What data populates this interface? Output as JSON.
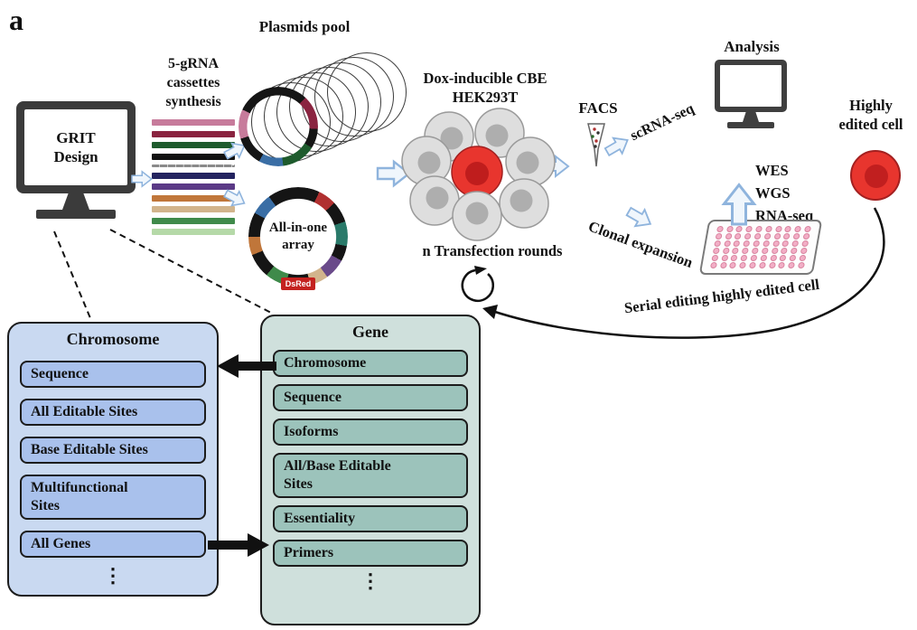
{
  "panel": {
    "label": "a"
  },
  "grit": {
    "label": "GRIT\nDesign"
  },
  "cassettes": {
    "label": "5-gRNA\ncassettes\nsynthesis",
    "bar_colors": [
      "#c77b9b",
      "#8a2440",
      "#1e5b2d",
      "#111111",
      "dashed",
      "#23235f",
      "#5b3a86",
      "#c0763a",
      "#d2b48c",
      "#3f8a4a",
      "#b5d9a8"
    ]
  },
  "plasmids": {
    "label": "Plasmids pool",
    "count": 8
  },
  "array": {
    "label": "All-in-one\narray",
    "tag": "DsRed"
  },
  "cells": {
    "label": "Dox-inducible CBE\nHEK293T"
  },
  "transfection": {
    "label": "n Transfection rounds"
  },
  "facs": {
    "label": "FACS"
  },
  "scrna": {
    "label": "scRNA-seq"
  },
  "analysis": {
    "label": "Analysis"
  },
  "clonal": {
    "label": "Clonal expansion"
  },
  "seq": {
    "lines": [
      "WES",
      "WGS",
      "RNA-seq"
    ]
  },
  "edited_cell": {
    "label": "Highly\nedited cell"
  },
  "serial": {
    "label": "Serial editing highly edited cell"
  },
  "plate": {
    "rows": 6,
    "cols": 10,
    "well_color": "#f2aec6",
    "well_border": "#d9849f"
  },
  "chromosome_box": {
    "title": "Chromosome",
    "rows": [
      "Sequence",
      "All Editable Sites",
      "Base Editable Sites",
      "Multifunctional Sites",
      "All Genes"
    ],
    "more": "⋮"
  },
  "gene_box": {
    "title": "Gene",
    "rows": [
      "Chromosome",
      "Sequence",
      "Isoforms",
      "All/Base Editable Sites",
      "Essentiality",
      "Primers"
    ],
    "more": "⋮"
  },
  "colors": {
    "flow_arrow_outline": "#8fb4dd",
    "flow_arrow_fill": "#f0f6fc",
    "chromosome_panel_fill": "#c9d9f1",
    "chromosome_row_fill": "#a9c1ec",
    "gene_panel_fill": "#cfe0dc",
    "gene_row_fill": "#9cc3bb",
    "edited_cell_fill": "#e8352e",
    "dsred_badge_fill": "#c4221f"
  }
}
